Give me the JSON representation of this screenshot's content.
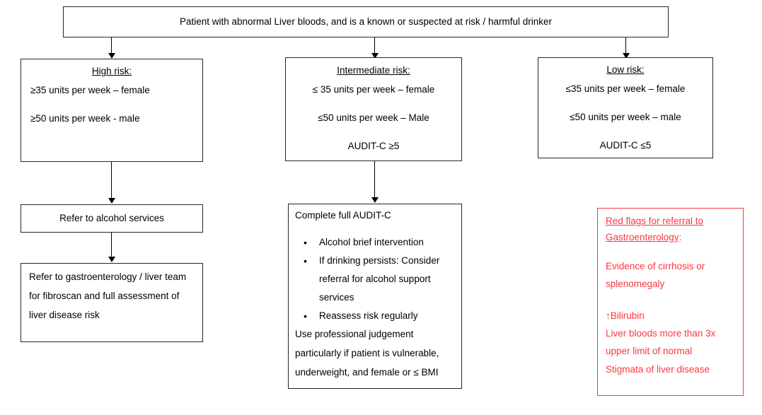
{
  "header": {
    "text": "Patient with abnormal Liver bloods, and is a known or suspected at risk / harmful drinker"
  },
  "columns": {
    "high_risk": {
      "title": "High risk:",
      "line1": "≥35 units per week – female",
      "line2": "≥50 units per week - male",
      "action1": "Refer to alcohol services",
      "action2": "Refer to gastroenterology / liver team for fibroscan and full assessment of liver disease risk"
    },
    "intermediate_risk": {
      "title": "Intermediate risk:",
      "line1": "≤ 35 units per week – female",
      "line2": "≤50 units per week – Male",
      "line3": "AUDIT-C ≥5",
      "action_title": "Complete full AUDIT-C",
      "bullets": [
        "Alcohol brief intervention",
        "If drinking persists: Consider referral for alcohol support services",
        "Reassess risk regularly"
      ],
      "footnote": "Use professional judgement particularly if patient is vulnerable, underweight, and female or ≤ BMI"
    },
    "low_risk": {
      "title": "Low risk:",
      "line1": "≤35 units per week – female",
      "line2": "≤50 units per week – male",
      "line3": "AUDIT-C ≤5"
    }
  },
  "red_flags": {
    "title_line1": "Red flags for referral to",
    "title_line2": "Gastroenterology",
    "title_colon": ":",
    "items": [
      "Evidence of cirrhosis or splenomegaly",
      "↑Bilirubin",
      "Liver bloods more than 3x upper limit of normal",
      "Stigmata of liver disease"
    ],
    "color": "#fb3640"
  }
}
